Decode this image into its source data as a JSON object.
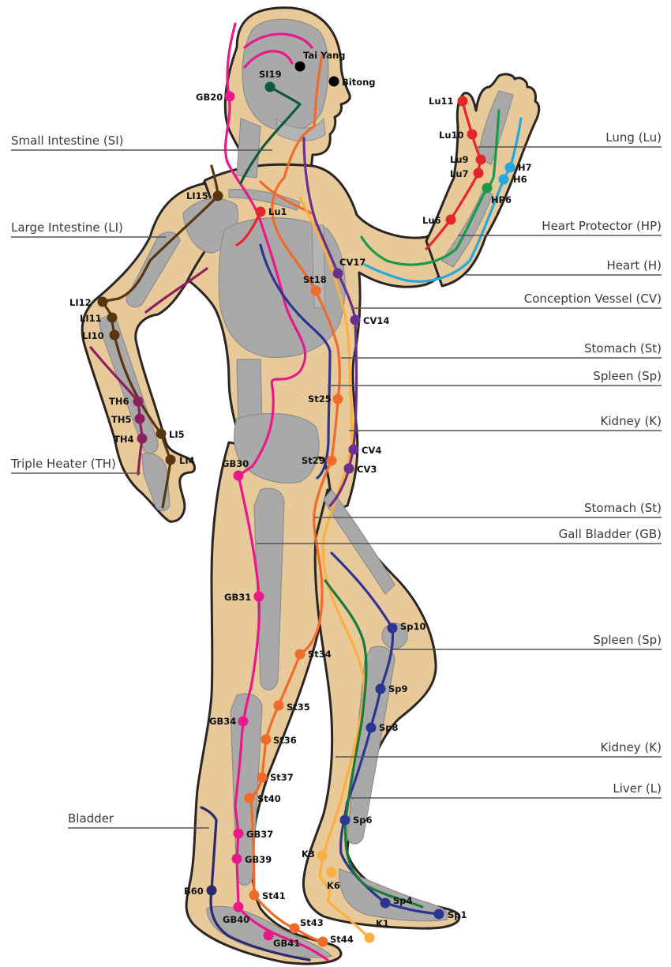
{
  "colors": {
    "body": "#e8c99a",
    "outline": "#2a2522",
    "bone": "#a9a9a9",
    "lung": "#e3262a",
    "heart_protector": "#1a9a48",
    "heart": "#24a8e0",
    "conception_vessel": "#6b2f8e",
    "stomach": "#ef6b2a",
    "spleen": "#2c3591",
    "kidney": "#fbb040",
    "gall_bladder": "#e8198b",
    "liver": "#1a7a3a",
    "bladder": "#2b2a6b",
    "large_intestine": "#5a3512",
    "small_intestine": "#0f5a3a",
    "triple_heater": "#8e1f5e",
    "extra_points": "#000000"
  },
  "meridian_labels": [
    {
      "id": "small-intestine",
      "text": "Small Intestine (SI)"
    },
    {
      "id": "large-intestine",
      "text": "Large Intestine (LI)"
    },
    {
      "id": "triple-heater",
      "text": "Triple Heater (TH)"
    },
    {
      "id": "bladder",
      "text": "Bladder"
    },
    {
      "id": "lung",
      "text": "Lung (Lu)"
    },
    {
      "id": "heart-protector",
      "text": "Heart Protector (HP)"
    },
    {
      "id": "heart",
      "text": "Heart (H)"
    },
    {
      "id": "conception-vessel",
      "text": "Conception Vessel (CV)"
    },
    {
      "id": "stomach-upper",
      "text": "Stomach (St)"
    },
    {
      "id": "spleen-upper",
      "text": "Spleen (Sp)"
    },
    {
      "id": "kidney-upper",
      "text": "Kidney (K)"
    },
    {
      "id": "stomach-lower",
      "text": "Stomach (St)"
    },
    {
      "id": "gall-bladder",
      "text": "Gall Bladder (GB)"
    },
    {
      "id": "spleen-lower",
      "text": "Spleen (Sp)"
    },
    {
      "id": "kidney-lower",
      "text": "Kidney (K)"
    },
    {
      "id": "liver",
      "text": "Liver (L)"
    }
  ],
  "points": [
    {
      "id": "tai-yang",
      "text": "Tai Yang"
    },
    {
      "id": "bitong",
      "text": "Bitong"
    },
    {
      "id": "si19",
      "text": "SI19"
    },
    {
      "id": "gb20",
      "text": "GB20"
    },
    {
      "id": "li15",
      "text": "LI15"
    },
    {
      "id": "lu1",
      "text": "Lu1"
    },
    {
      "id": "lu11",
      "text": "Lu11"
    },
    {
      "id": "lu10",
      "text": "Lu10"
    },
    {
      "id": "lu9",
      "text": "Lu9"
    },
    {
      "id": "lu7",
      "text": "Lu7"
    },
    {
      "id": "h7",
      "text": "H7"
    },
    {
      "id": "h6",
      "text": "H6"
    },
    {
      "id": "hp6",
      "text": "HP6"
    },
    {
      "id": "lu6",
      "text": "Lu6"
    },
    {
      "id": "cv17",
      "text": "CV17"
    },
    {
      "id": "st18",
      "text": "St18"
    },
    {
      "id": "cv14",
      "text": "CV14"
    },
    {
      "id": "li12",
      "text": "LI12"
    },
    {
      "id": "li11",
      "text": "LI11"
    },
    {
      "id": "li10",
      "text": "LI10"
    },
    {
      "id": "th6",
      "text": "TH6"
    },
    {
      "id": "th5",
      "text": "TH5"
    },
    {
      "id": "th4",
      "text": "TH4"
    },
    {
      "id": "li5",
      "text": "LI5"
    },
    {
      "id": "li4",
      "text": "LI4"
    },
    {
      "id": "st25",
      "text": "St25"
    },
    {
      "id": "cv4",
      "text": "CV4"
    },
    {
      "id": "cv3",
      "text": "CV3"
    },
    {
      "id": "st29",
      "text": "St29"
    },
    {
      "id": "gb30",
      "text": "GB30"
    },
    {
      "id": "gb31",
      "text": "GB31"
    },
    {
      "id": "sp10",
      "text": "Sp10"
    },
    {
      "id": "st34",
      "text": "St34"
    },
    {
      "id": "sp9",
      "text": "Sp9"
    },
    {
      "id": "st35",
      "text": "St35"
    },
    {
      "id": "gb34",
      "text": "GB34"
    },
    {
      "id": "sp8",
      "text": "Sp8"
    },
    {
      "id": "st36",
      "text": "St36"
    },
    {
      "id": "st37",
      "text": "St37"
    },
    {
      "id": "st40",
      "text": "St40"
    },
    {
      "id": "sp6",
      "text": "Sp6"
    },
    {
      "id": "gb37",
      "text": "GB37"
    },
    {
      "id": "k3",
      "text": "K3"
    },
    {
      "id": "gb39",
      "text": "GB39"
    },
    {
      "id": "k6",
      "text": "K6"
    },
    {
      "id": "b60",
      "text": "B60"
    },
    {
      "id": "st41",
      "text": "St41"
    },
    {
      "id": "sp4",
      "text": "Sp4"
    },
    {
      "id": "sp1",
      "text": "Sp1"
    },
    {
      "id": "gb40",
      "text": "GB40"
    },
    {
      "id": "k1",
      "text": "K1"
    },
    {
      "id": "st43",
      "text": "St43"
    },
    {
      "id": "gb41",
      "text": "GB41"
    },
    {
      "id": "st44",
      "text": "St44"
    }
  ]
}
